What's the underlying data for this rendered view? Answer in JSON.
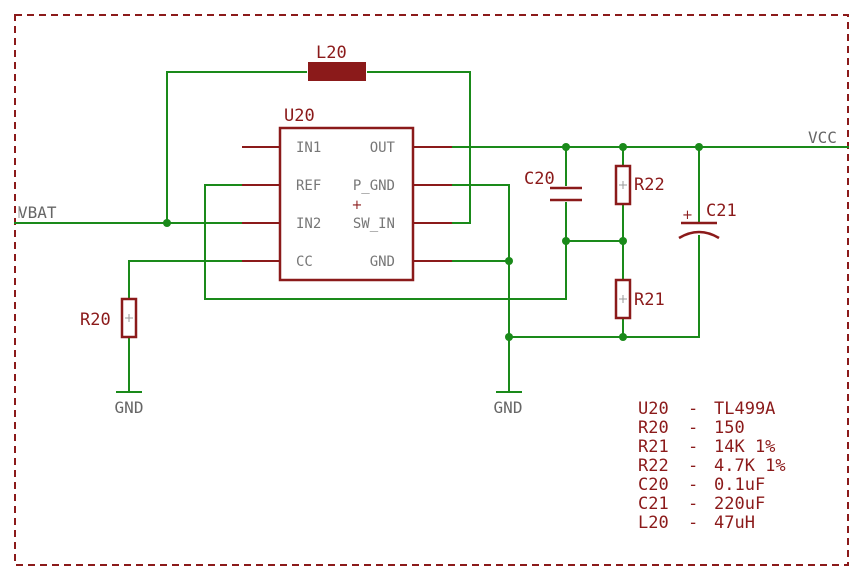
{
  "schematic": {
    "components": {
      "u20": {
        "name": "U20",
        "pins": {
          "in1": "IN1",
          "ref": "REF",
          "in2": "IN2",
          "cc": "CC",
          "out": "OUT",
          "p_gnd": "P_GND",
          "sw_in": "SW_IN",
          "gnd": "GND"
        }
      },
      "l20": {
        "name": "L20"
      },
      "r20": {
        "name": "R20"
      },
      "r21": {
        "name": "R21"
      },
      "r22": {
        "name": "R22"
      },
      "c20": {
        "name": "C20"
      },
      "c21": {
        "name": "C21"
      }
    },
    "nets": {
      "vbat": "VBAT",
      "vcc": "VCC",
      "gnd_left": "GND",
      "gnd_mid": "GND"
    },
    "bom": [
      {
        "ref": "U20",
        "sep": "-",
        "value": "TL499A"
      },
      {
        "ref": "R20",
        "sep": "-",
        "value": "150"
      },
      {
        "ref": "R21",
        "sep": "-",
        "value": "14K 1%"
      },
      {
        "ref": "R22",
        "sep": "-",
        "value": "4.7K 1%"
      },
      {
        "ref": "C20",
        "sep": "-",
        "value": "0.1uF"
      },
      {
        "ref": "C21",
        "sep": "-",
        "value": "220uF"
      },
      {
        "ref": "L20",
        "sep": "-",
        "value": "47uH"
      }
    ],
    "colors": {
      "wire": "#1a8a1a",
      "part": "#8b1a1a",
      "pin_text": "#777777",
      "net_text": "#666666"
    }
  }
}
